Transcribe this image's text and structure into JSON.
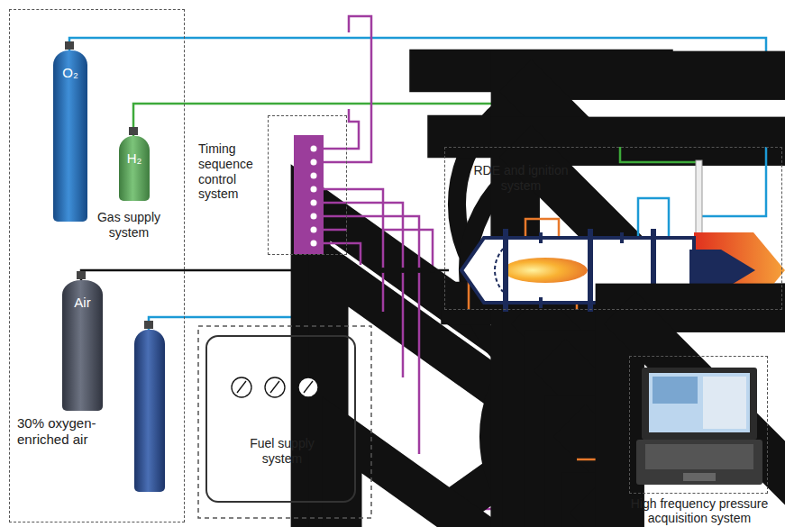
{
  "diagram": {
    "nodes": [
      {
        "text": [
          "Gas supply system"
        ]
      },
      {
        "text": [
          "O₂"
        ],
        "in": 0
      },
      {
        "text": [
          "H₂"
        ],
        "in": 0
      },
      {
        "text": [
          "Air"
        ],
        "in": 0
      },
      {
        "text": [
          "30% oxygen-enriched air"
        ],
        "in": 0
      },
      {
        "text": [
          "Timing sequence control system"
        ]
      },
      {
        "text": [
          "RDE and ignition system"
        ]
      },
      {
        "text": [
          "Fuel supply system"
        ]
      },
      {
        "text": [
          "High frequency pressure acquisition system"
        ]
      }
    ],
    "edges": [
      {
        "from": 1,
        "to": 6,
        "arrow": "none"
      },
      {
        "from": 2,
        "to": 6,
        "arrow": "none"
      },
      {
        "from": 3,
        "to": 6,
        "arrow": "none"
      },
      {
        "from": 4,
        "to": 6,
        "arrow": "none"
      },
      {
        "from": 7,
        "to": 6,
        "arrow": "none"
      },
      {
        "from": 7,
        "to": 6,
        "arrow": "none"
      },
      {
        "from": 5,
        "to": 6,
        "arrow": "none"
      },
      {
        "from": 6,
        "to": 8,
        "arrow": "none"
      }
    ]
  }
}
